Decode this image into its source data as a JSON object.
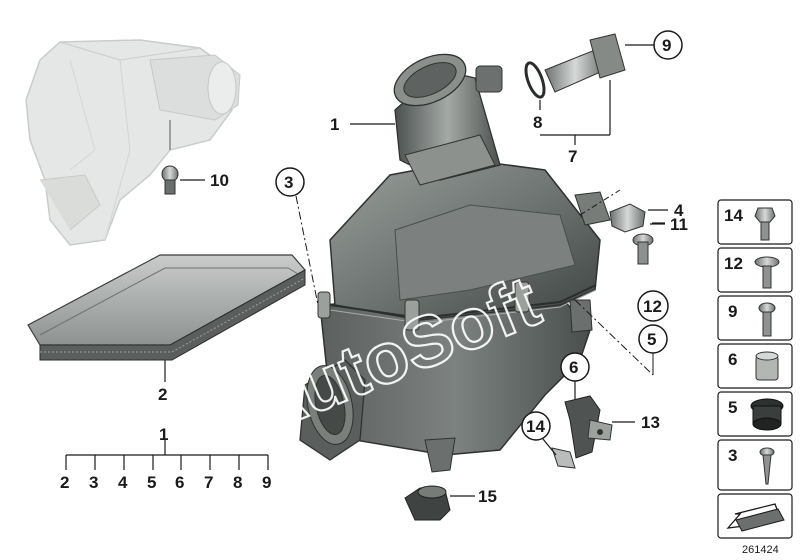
{
  "callouts": {
    "c1_top": "1",
    "c2": "2",
    "c3": "3",
    "c4": "4",
    "c5": "5",
    "c6": "6",
    "c7": "7",
    "c8": "8",
    "c9": "9",
    "c10": "10",
    "c11": "11",
    "c12": "12",
    "c13": "13",
    "c14": "14",
    "c15": "15"
  },
  "tree": {
    "root": "1",
    "children": [
      "2",
      "3",
      "4",
      "5",
      "6",
      "7",
      "8",
      "9"
    ]
  },
  "side_panel": {
    "items": [
      "14",
      "12",
      "9",
      "6",
      "5",
      "3"
    ]
  },
  "watermark": "AutoSoft",
  "diagram_number": "261424",
  "icons": [
    "arrow-icon"
  ]
}
